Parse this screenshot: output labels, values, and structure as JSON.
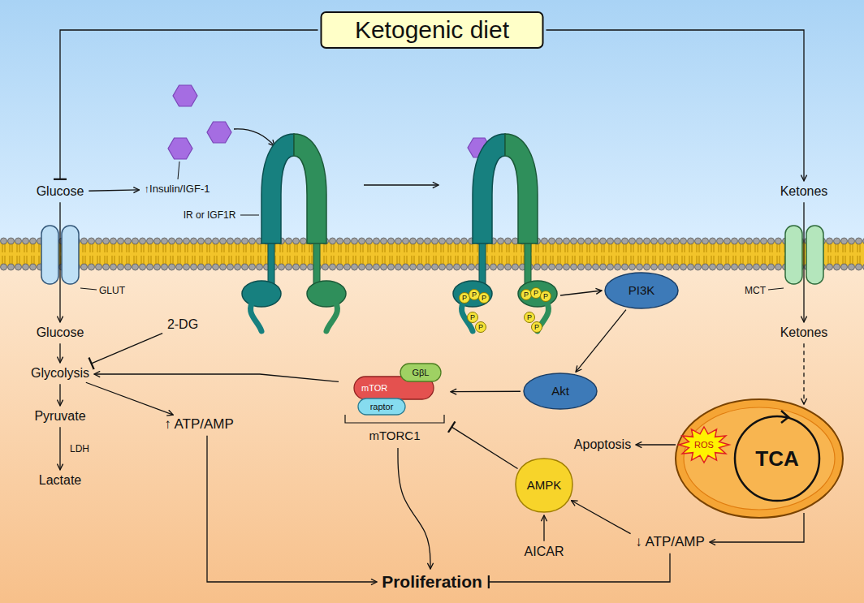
{
  "diagram": {
    "nodes": [
      {
        "text": [
          "Ketogenic diet"
        ]
      },
      {
        "text": [
          "Glucose"
        ]
      },
      {
        "text": [
          "↑Insulin/IGF-1"
        ]
      },
      {
        "text": [
          "Ketones"
        ]
      },
      {
        "text": [
          "Glucose"
        ]
      },
      {
        "text": [
          "Glycolysis"
        ]
      },
      {
        "text": [
          "Pyruvate"
        ]
      },
      {
        "text": [
          "Lactate"
        ]
      },
      {
        "text": [
          "2-DG"
        ]
      },
      {
        "text": [
          "↑ ATP/AMP"
        ]
      },
      {
        "text": [
          "PI3K"
        ]
      },
      {
        "text": [
          "Ketones"
        ]
      },
      {
        "text": [
          "mTORC1"
        ]
      },
      {
        "text": [
          "mTOR"
        ],
        "in": 12
      },
      {
        "text": [
          "raptor"
        ],
        "in": 12
      },
      {
        "text": [
          "GβL"
        ],
        "in": 12
      },
      {
        "text": [
          "Akt"
        ]
      },
      {
        "text": [
          "Apoptosis"
        ]
      },
      {
        "text": [
          "TCA"
        ]
      },
      {
        "text": [
          "ROS"
        ],
        "in": 18
      },
      {
        "text": [
          "AMPK"
        ]
      },
      {
        "text": [
          "AICAR"
        ]
      },
      {
        "text": [
          "↓ ATP/AMP"
        ]
      },
      {
        "text": [
          "Proliferation"
        ]
      }
    ],
    "edges": [
      {
        "from": 0,
        "to": 1,
        "arrow": "to"
      },
      {
        "from": 0,
        "to": 3,
        "arrow": "to"
      },
      {
        "from": 1,
        "to": 2,
        "arrow": "to"
      },
      {
        "from": 1,
        "to": 4,
        "arrow": "to"
      },
      {
        "from": 3,
        "to": 11,
        "arrow": "to"
      },
      {
        "from": 4,
        "to": 5,
        "arrow": "to"
      },
      {
        "from": 5,
        "to": 6,
        "arrow": "to"
      },
      {
        "from": 6,
        "to": 7,
        "label": "LDH",
        "arrow": "to"
      },
      {
        "from": 8,
        "to": 5,
        "arrow": "to"
      },
      {
        "from": 5,
        "to": 9,
        "arrow": "to"
      },
      {
        "from": 12,
        "to": 5,
        "arrow": "to"
      },
      {
        "from": 9,
        "to": 23,
        "arrow": "to"
      },
      {
        "from": 12,
        "to": 23,
        "arrow": "to"
      },
      {
        "from": 22,
        "to": 23,
        "arrow": "to"
      },
      {
        "from": 20,
        "to": 12,
        "arrow": "to"
      },
      {
        "from": 21,
        "to": 20,
        "arrow": "to"
      },
      {
        "from": 22,
        "to": 20,
        "arrow": "to"
      },
      {
        "from": 16,
        "to": 12,
        "arrow": "to"
      },
      {
        "from": 10,
        "to": 16,
        "arrow": "to"
      },
      {
        "from": 11,
        "to": 18,
        "arrow": "to"
      },
      {
        "from": 18,
        "to": 22,
        "arrow": "to"
      },
      {
        "from": 19,
        "to": 17,
        "arrow": "to"
      }
    ],
    "labels": [
      "IR or IGF1R",
      "GLUT",
      "MCT",
      "P",
      "P",
      "P",
      "P",
      "P",
      "P",
      "P",
      "P",
      "P",
      "P"
    ]
  }
}
